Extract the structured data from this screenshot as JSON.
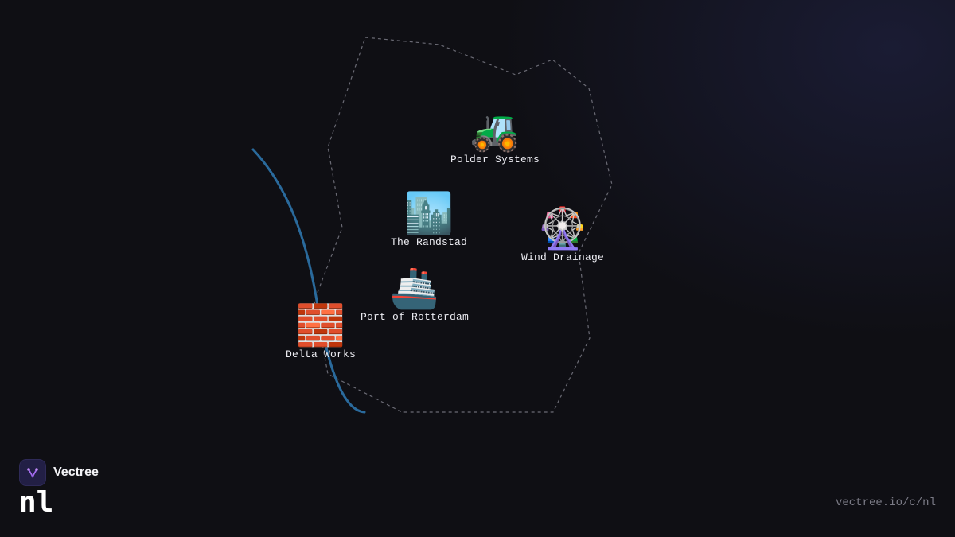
{
  "map": {
    "markers": [
      {
        "id": "polder",
        "emoji": "🚜",
        "label": "Polder Systems"
      },
      {
        "id": "randstad",
        "emoji": "🏙️",
        "label": "The Randstad"
      },
      {
        "id": "wind",
        "emoji": "🎡",
        "label": "Wind Drainage"
      },
      {
        "id": "rotterdam",
        "emoji": "🚢",
        "label": "Port of Rotterdam"
      },
      {
        "id": "delta",
        "emoji": "🧱",
        "label": "Delta Works"
      }
    ],
    "colors": {
      "border": "#6a6a74",
      "river": "#2a6a9c",
      "background": "#0f0f14",
      "brand_accent": "#a46bf0"
    }
  },
  "brand": {
    "name": "Vectree",
    "logo_icon": "vectree-logo-icon"
  },
  "country_code": "nl",
  "url": "vectree.io/c/nl"
}
